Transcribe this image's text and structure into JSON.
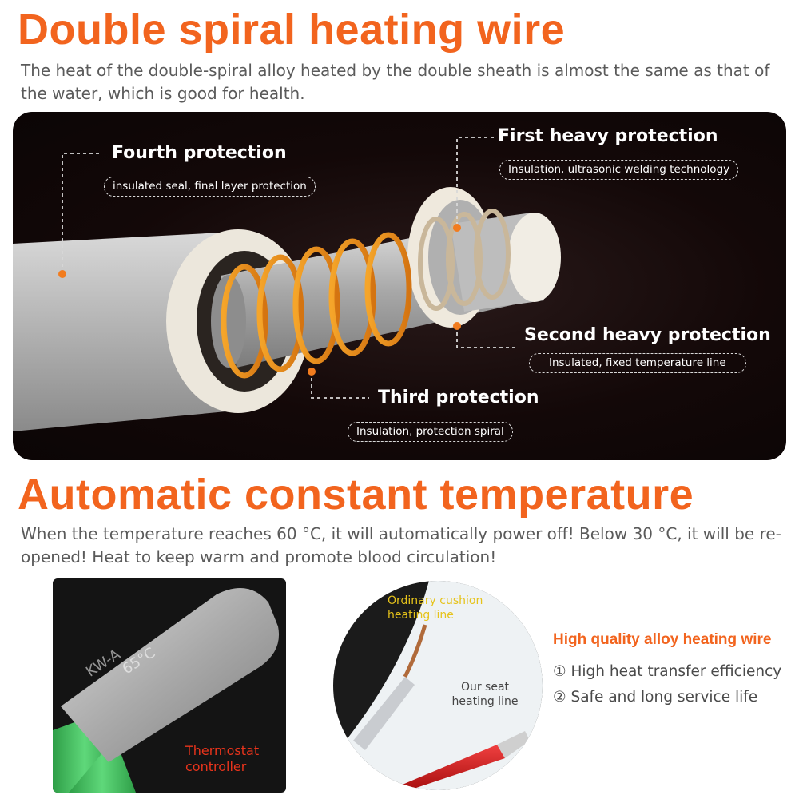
{
  "section1": {
    "title": "Double spiral heating wire",
    "description": "The heat of the double-spiral alloy heated by the double sheath is almost the same as that of the water, which is good for health."
  },
  "protections": {
    "fourth": {
      "title": "Fourth protection",
      "sub": "insulated seal, final layer protection"
    },
    "first": {
      "title": "First heavy protection",
      "sub": "Insulation, ultrasonic welding technology"
    },
    "second": {
      "title": "Second heavy protection",
      "sub": "Insulated, fixed temperature line"
    },
    "third": {
      "title": "Third protection",
      "sub": "Insulation, protection spiral"
    }
  },
  "section2": {
    "title": "Automatic constant temperature",
    "description": "When the temperature reaches 60 °C, it will automatically power off! Below 30 °C, it will be re-opened! Heat to keep warm and promote blood circulation!"
  },
  "thermostat": {
    "engraving_line1": "KW-A",
    "engraving_line2": "65°C",
    "label": "Thermostat controller"
  },
  "comparison": {
    "ordinary_label": "Ordinary cushion heating line",
    "ours_label": "Our seat heating line"
  },
  "features": {
    "title": "High quality alloy heating wire",
    "items": [
      "① High heat transfer efficiency",
      "② Safe and long service life"
    ]
  },
  "colors": {
    "accent": "#f2641e",
    "panel_bg": "#130808",
    "coil": "#e8921e",
    "wire_green": "#3dbb5b",
    "wire_red": "#d91c1c"
  }
}
